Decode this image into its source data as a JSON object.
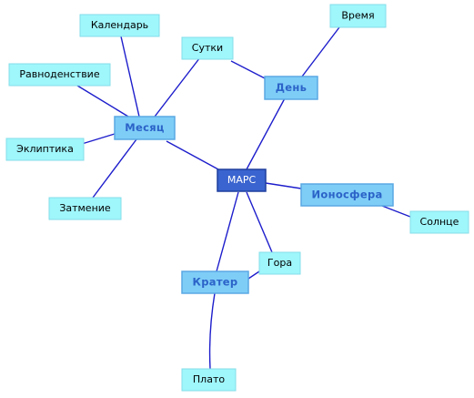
{
  "colors": {
    "edge": "#1d1dcc",
    "leaf_fill": "#9ff6fb",
    "leaf_stroke": "#86dde8",
    "hub_fill": "#7ecdf7",
    "hub_stroke": "#5aa8e3",
    "center_fill": "#3a64cf",
    "center_stroke": "#1f3f9e"
  },
  "center": {
    "label": "МАРС"
  },
  "hubs": {
    "month": "Месяц",
    "day": "День",
    "ionosphere": "Ионосфера",
    "crater": "Кратер"
  },
  "leaves": {
    "calendar": "Календарь",
    "equinox": "Равноденствие",
    "ecliptic": "Эклиптика",
    "eclipse": "Затмение",
    "sol": "Сутки",
    "time": "Время",
    "sun": "Солнце",
    "mountain": "Гора",
    "plateau": "Плато"
  }
}
